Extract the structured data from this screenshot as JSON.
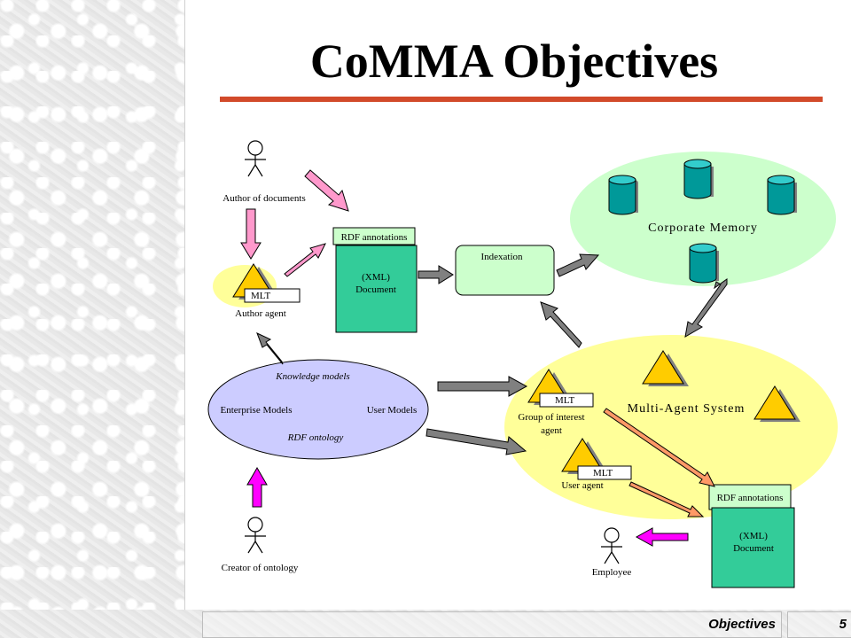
{
  "slide": {
    "title": "CoMMA Objectives",
    "footer_section": "Objectives",
    "page_number": "5"
  },
  "diagram": {
    "author_label": "Author of documents",
    "author_agent_label": "Author agent",
    "mlt": "MLT",
    "rdf_annotations": "RDF annotations",
    "xml_line1": "(XML)",
    "xml_line2": "Document",
    "indexation": "Indexation",
    "corporate_memory": "Corporate Memory",
    "knowledge_models": "Knowledge models",
    "enterprise_models": "Enterprise Models",
    "user_models": "User Models",
    "rdf_ontology": "RDF ontology",
    "multi_agent_system": "Multi-Agent System",
    "group_agent_line1": "Group of interest",
    "group_agent_line2": "agent",
    "user_agent": "User agent",
    "creator_label": "Creator of ontology",
    "employee_label": "Employee"
  },
  "colors": {
    "accent_rule": "#d24a2a",
    "corporate_memory_fill": "#ccffcc",
    "mas_fill": "#ffff99",
    "knowledge_fill": "#ccccff",
    "document_fill": "#33cc99",
    "agent_triangle": "#ffcc00",
    "pink_arrow": "#ff99cc",
    "magenta_arrow": "#ff00ff",
    "gray_arrow": "#808080"
  }
}
